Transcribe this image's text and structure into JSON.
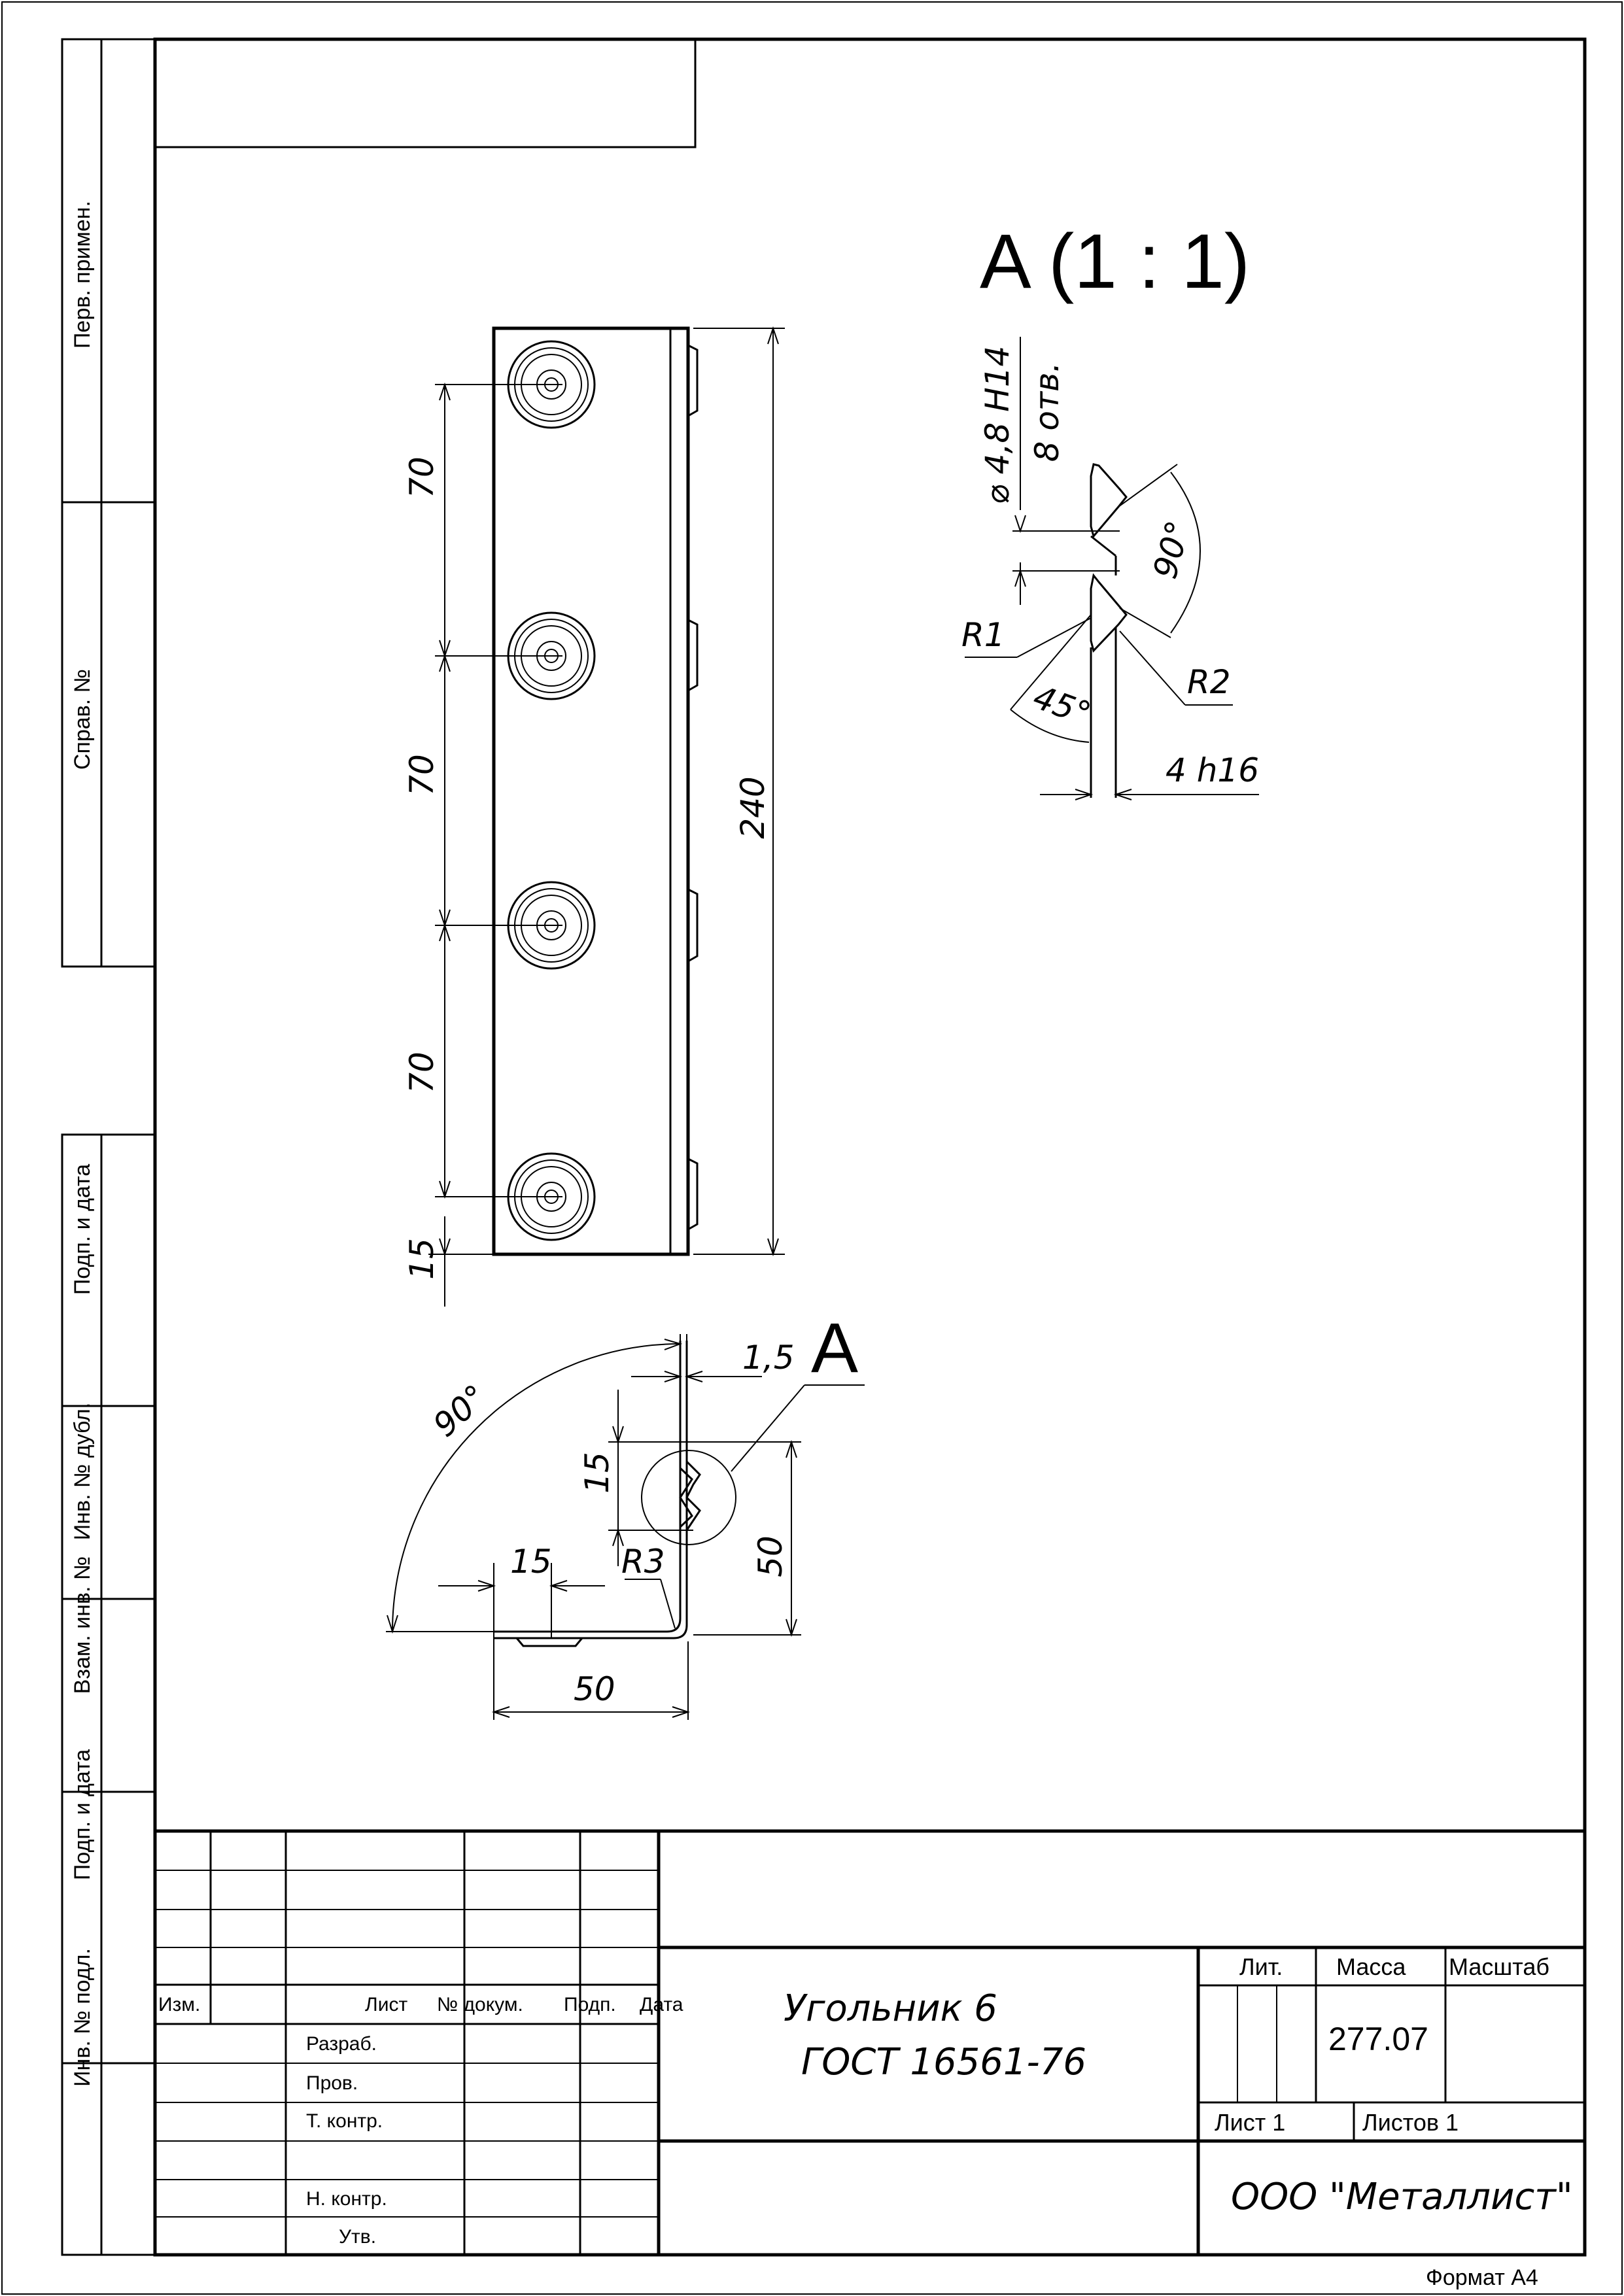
{
  "side_labels": {
    "perv_primen": "Перв. примен.",
    "sprav_no": "Справ. №",
    "podp_data_1": "Подп. и дата",
    "inv_dubl": "Инв. № дубл.",
    "vzam_inv": "Взам. инв. №",
    "podp_data_2": "Подп. и дата",
    "inv_podl": "Инв. № подл."
  },
  "view_label": "A",
  "detail_title": "A (1 : 1)",
  "dimensions": {
    "pitch_1": "70",
    "pitch_2": "70",
    "pitch_3": "70",
    "end_offset": "15",
    "overall_length": "240",
    "hole_dia": "⌀ 4,8 H14",
    "hole_count": "8 отв.",
    "r1": "R1",
    "r2": "R2",
    "detail_angle_90": "90°",
    "detail_angle_45": "45°",
    "thickness_h16": "4 h16",
    "section_angle": "90°",
    "thickness": "1,5",
    "hole_height": "15",
    "hole_offset": "15",
    "bend_radius": "R3",
    "leg_height": "50",
    "leg_width": "50"
  },
  "title_block": {
    "col_izm": "Изм.",
    "col_list": "Лист",
    "col_docum": "№ докум.",
    "col_podp": "Подп.",
    "col_data": "Дата",
    "razrab": "Разраб.",
    "prov": "Пров.",
    "t_kontr": "Т. контр.",
    "n_kontr": "Н. контр.",
    "utv": "Утв.",
    "name_line1": "Угольник 6",
    "name_line2": "ГОСТ 16561-76",
    "lit": "Лит.",
    "massa": "Масса",
    "masshtab": "Масштаб",
    "mass_value": "277.07",
    "sheet": "Лист 1",
    "sheets": "Листов 1",
    "company": "ООО \"Металлист\""
  },
  "format": "Формат А4"
}
